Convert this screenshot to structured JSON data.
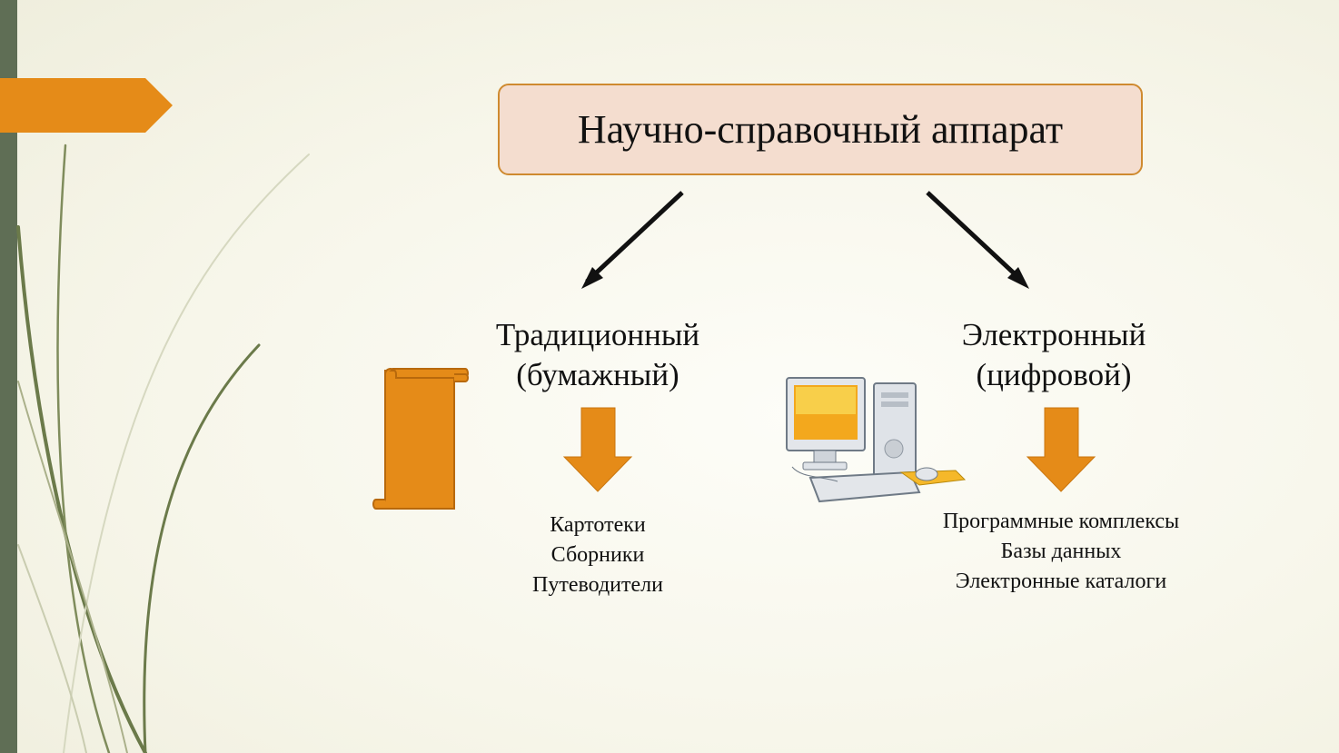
{
  "title": "Научно-справочный аппарат",
  "branches": [
    {
      "label_line1": "Традиционный",
      "label_line2": "(бумажный)",
      "icon": "scroll-icon",
      "items": [
        "Картотеки",
        "Сборники",
        "Путеводители"
      ]
    },
    {
      "label_line1": "Электронный",
      "label_line2": "(цифровой)",
      "icon": "computer-icon",
      "items": [
        "Программные комплексы",
        "Базы данных",
        "Электронные каталоги"
      ]
    }
  ],
  "colors": {
    "accent": "#e58b18",
    "sidebar": "#5f6e55",
    "title_fill": "#f4ddcf",
    "title_border": "#cf8a2f"
  }
}
